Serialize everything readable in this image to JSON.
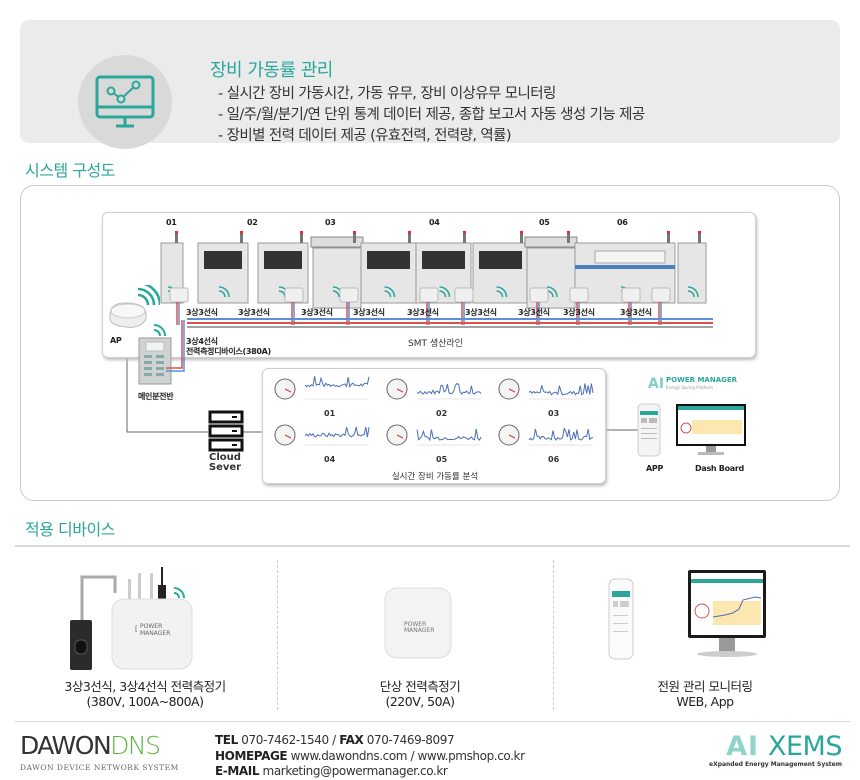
{
  "intro": {
    "title": "장비 가동률 관리",
    "icon": "monitor-chart-icon",
    "bullets": [
      "- 실시간 장비 가동시간, 가동 유무, 장비 이상유무 모니터링",
      "- 일/주/월/분기/연 단위 통계 데이터 제공, 종합 보고서 자동 생성 기능 제공",
      "- 장비별 전력 데이터 제공 (유효전력, 전력량, 역률)"
    ]
  },
  "system": {
    "title": "시스템 구성도",
    "machine_numbers": [
      "01",
      "02",
      "03",
      "04",
      "05",
      "06"
    ],
    "wiring_labels": [
      "3상3선식",
      "3상3선식",
      "3상3선식",
      "3상3선식",
      "3상3선식",
      "3상3선식",
      "3상3선식",
      "3상3선식",
      "3상3선식"
    ],
    "line_label": "SMT 생산라인",
    "ap_label": "AP",
    "main_device_label_1": "3상4선식",
    "main_device_label_2": "전력측정디바이스(380A)",
    "panel_label": "메인분전반",
    "cloud_label_1": "Cloud",
    "cloud_label_2": "Sever",
    "analysis_title": "실시간 장비 가동률 분석",
    "chart_labels": [
      "01",
      "02",
      "03",
      "04",
      "05",
      "06"
    ],
    "brand_ai": "AI",
    "brand_name": "POWER MANAGER",
    "brand_sub": "Energy Saving Platform",
    "app_label": "APP",
    "dashboard_label": "Dash Board"
  },
  "devices": {
    "title": "적용 디바이스",
    "items": [
      {
        "line1": "3상3선식, 3상4선식 전력측정기",
        "line2": "(380V, 100A~800A)"
      },
      {
        "line1": "단상 전력측정기",
        "line2": "(220V, 50A)"
      },
      {
        "line1": "전원 관리 모니터링",
        "line2": "WEB, App"
      }
    ],
    "device_brand_1": "POWER",
    "device_brand_2": "MANAGER"
  },
  "footer": {
    "logo_main": "DAWON",
    "logo_accent": "DNS",
    "logo_sub": "DAWON DEVICE NETWORK SYSTEM",
    "tel_label": "TEL",
    "tel": "070-7462-1540",
    "fax_label": "FAX",
    "fax": "070-7469-8097",
    "homepage_label": "HOMEPAGE",
    "homepage": "www.dawondns.com / www.pmshop.co.kr",
    "email_label": "E-MAIL",
    "email": "marketing@powermanager.co.kr",
    "xems_ai": "AI",
    "xems": "XEMS",
    "xems_sub": "eXpanded Energy Management System"
  },
  "colors": {
    "accent": "#2aa79b",
    "chart_line": "#4a6fb5",
    "wire_red": "#d9534f",
    "wire_blue": "#5b8fd6",
    "dns_green": "#5ab53c"
  }
}
